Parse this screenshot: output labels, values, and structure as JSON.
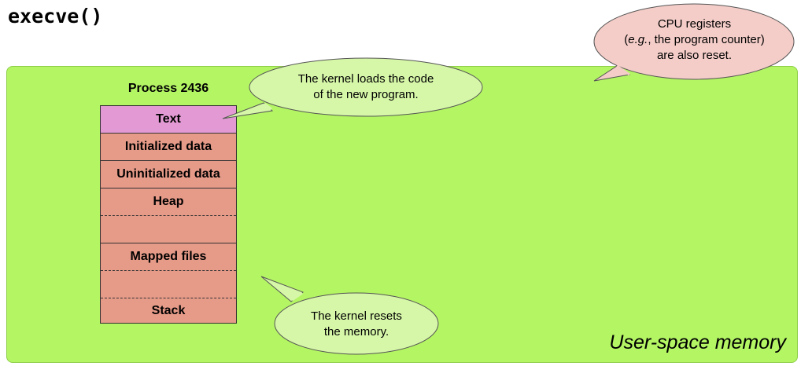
{
  "title": "execve()",
  "region_label": "User-space memory",
  "process": {
    "title": "Process 2436",
    "segments": [
      "Text",
      "Initialized data",
      "Uninitialized data",
      "Heap",
      "",
      "Mapped files",
      "",
      "Stack"
    ]
  },
  "callouts": {
    "cpu": {
      "line1": "CPU registers",
      "line2_em": "e.g.",
      "line2_rest": ", the program counter)",
      "line2_open": "(",
      "line3": "are also reset."
    },
    "kernel_code": {
      "line1": "The kernel loads the code",
      "line2": "of the new program."
    },
    "kernel_mem": {
      "line1": "The kernel resets",
      "line2": "the memory."
    }
  },
  "colors": {
    "region": "#b4f564",
    "text_segment": "#e39ad4",
    "other_segments": "#e69a88",
    "bubble_green": "#d6f7a8",
    "bubble_pink": "#f4cdc8"
  }
}
